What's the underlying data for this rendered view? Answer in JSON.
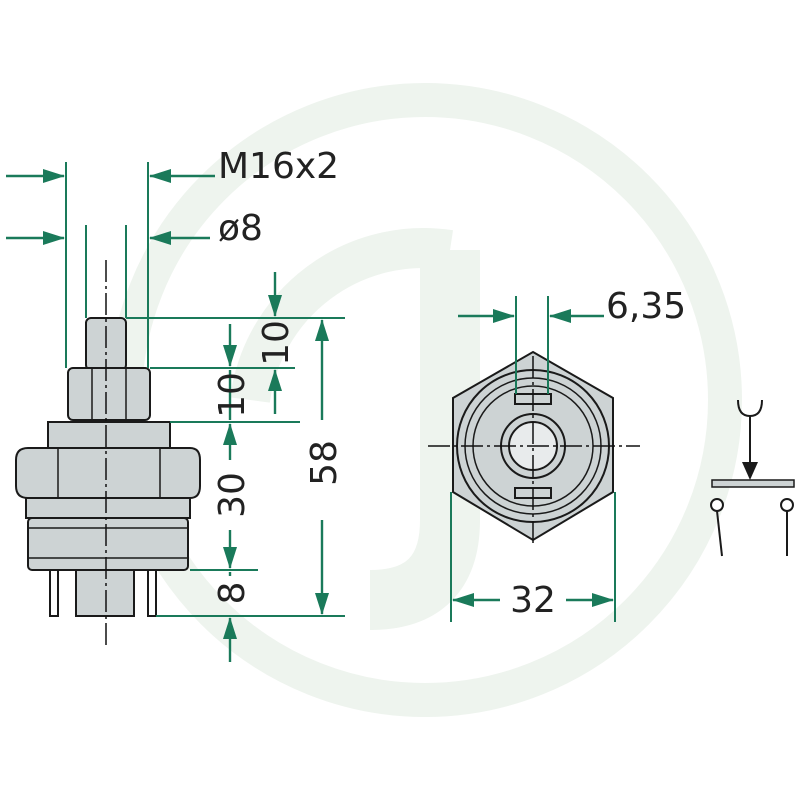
{
  "diagram": {
    "labels": {
      "thread": "M16x2",
      "diameter": "ø8",
      "top_pin": "10",
      "nut_height": "10",
      "body_height": "30",
      "total_height": "58",
      "terminal_length": "8",
      "terminal_width": "6,35",
      "hex_width": "32"
    },
    "colors": {
      "dimension": "#1a7a5a",
      "part_fill": "#cdd3d4",
      "outline": "#1a1a1a",
      "watermark": "#eef4ee"
    }
  }
}
